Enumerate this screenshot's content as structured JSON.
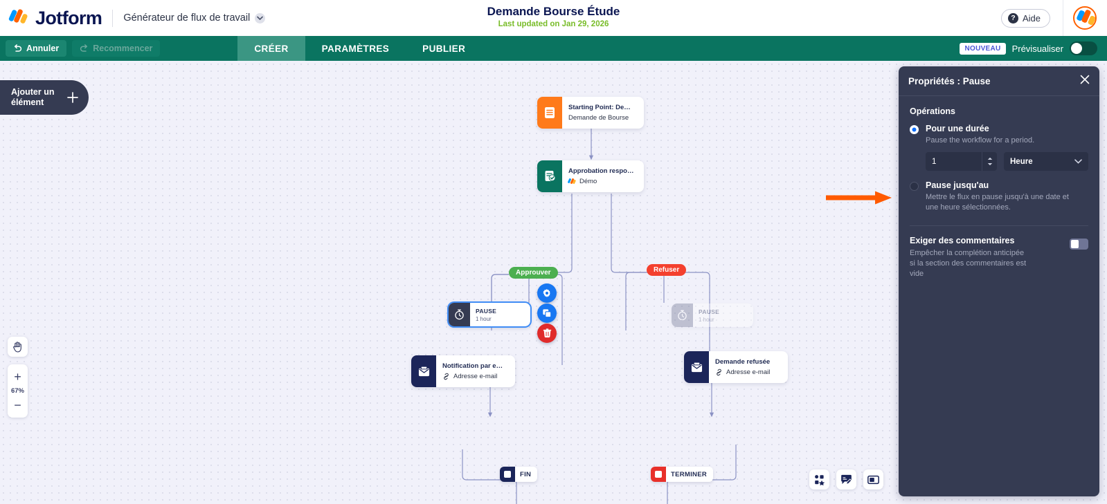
{
  "topbar": {
    "brand_name": "Jotform",
    "workflow_selector": "Générateur de flux de travail",
    "doc_title": "Demande Bourse Étude",
    "doc_subtitle": "Last updated on Jan 29, 2026",
    "help_label": "Aide"
  },
  "navbar": {
    "undo_label": "Annuler",
    "redo_label": "Recommencer",
    "tabs": [
      {
        "label": "CRÉER",
        "active": true
      },
      {
        "label": "PARAMÈTRES",
        "active": false
      },
      {
        "label": "PUBLIER",
        "active": false
      }
    ],
    "badge_new": "NOUVEAU",
    "preview_label": "Prévisualiser"
  },
  "canvas": {
    "add_element_label": "Ajouter un élément",
    "zoom_level": "67%",
    "nodes": [
      {
        "id": "start",
        "title": "Starting Point: Demande Bou...",
        "subtitle": "Demande de Bourse",
        "icon": "form-icon",
        "icon_color": "#ff7a1a"
      },
      {
        "id": "approval",
        "title": "Approbation responsable bo...",
        "subtitle": "Démo",
        "icon": "approval-icon",
        "icon_color": "#0a7460"
      },
      {
        "id": "pause-left",
        "title": "PAUSE",
        "subtitle": "1 hour",
        "icon": "stopwatch-icon",
        "icon_color": "#353b52",
        "selected": true
      },
      {
        "id": "pause-right",
        "title": "PAUSE",
        "subtitle": "1 hour",
        "icon": "stopwatch-icon",
        "icon_color": "#6d7390",
        "ghost": true
      },
      {
        "id": "email-left",
        "title": "Notification par email - dema...",
        "subtitle": "Adresse e-mail",
        "icon": "email-icon",
        "icon_color": "#1b2559"
      },
      {
        "id": "email-right",
        "title": "Demande refusée",
        "subtitle": "Adresse e-mail",
        "icon": "email-icon",
        "icon_color": "#1b2559"
      }
    ],
    "branches": [
      {
        "label": "Approuver",
        "color": "#4caf50"
      },
      {
        "label": "Refuser",
        "color": "#f4402e"
      }
    ],
    "terminals": [
      {
        "label": "FIN",
        "color": "#1b2559"
      },
      {
        "label": "TERMINER",
        "color": "#e8302a"
      }
    ],
    "node_actions": [
      {
        "name": "settings",
        "icon": "gear-icon",
        "color": "#1877f2"
      },
      {
        "name": "duplicate",
        "icon": "copy-icon",
        "color": "#1877f2"
      },
      {
        "name": "delete",
        "icon": "trash-icon",
        "color": "#e02b2b"
      }
    ],
    "tools": [
      {
        "name": "elements",
        "icon": "shapes-icon"
      },
      {
        "name": "annotate",
        "icon": "comment-edit-icon"
      },
      {
        "name": "frame",
        "icon": "frame-icon"
      }
    ],
    "pan_icon": "hand-icon",
    "zoom_in": "+",
    "zoom_out": "−"
  },
  "panel": {
    "title": "Propriétés : Pause",
    "section_operations": "Opérations",
    "options": [
      {
        "label": "Pour une durée",
        "desc": "Pause the workflow for a period.",
        "selected": true
      },
      {
        "label": "Pause jusqu'au",
        "desc": "Mettre le flux en pause jusqu'à une date et une heure sélectionnées.",
        "selected": false
      }
    ],
    "duration_value": "1",
    "duration_unit": "Heure",
    "comments_title": "Exiger des commentaires",
    "comments_desc": "Empêcher la complétion anticipée si la section des commentaires est vide",
    "comments_enabled": false
  },
  "colors": {
    "brand_navy": "#0a1551",
    "nav_green": "#0a7460",
    "accent_orange": "#ff5a00",
    "panel_bg": "#353b52",
    "radio_blue": "#0d6efd"
  }
}
